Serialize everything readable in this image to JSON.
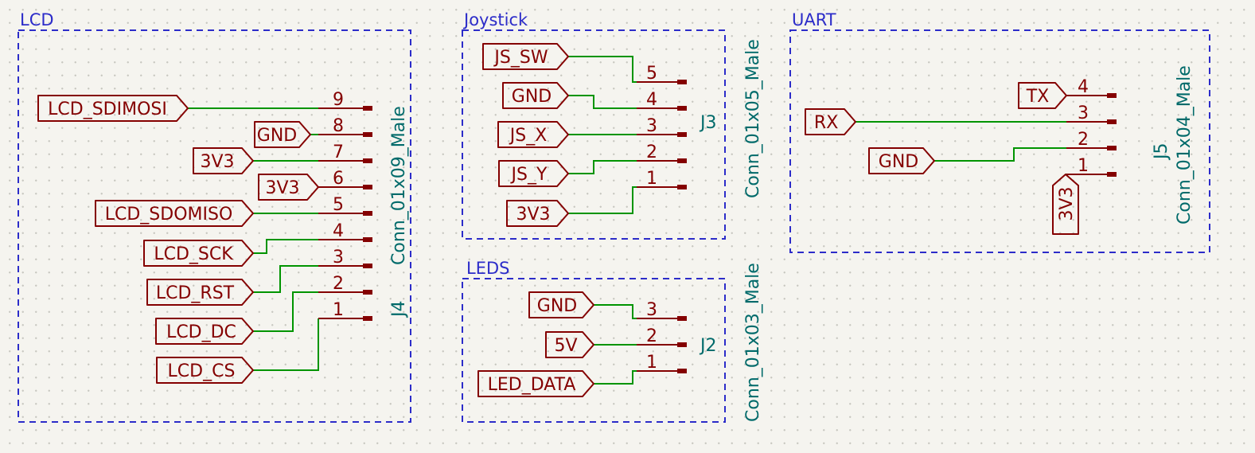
{
  "sheets": {
    "lcd": {
      "title": "LCD",
      "reference": "J4",
      "value": "Conn_01x09_Male",
      "pins": [
        "9",
        "8",
        "7",
        "6",
        "5",
        "4",
        "3",
        "2",
        "1"
      ],
      "labels": [
        "LCD_SDIMOSI",
        "GND",
        "3V3",
        "3V3",
        "LCD_SDOMISO",
        "LCD_SCK",
        "LCD_RST",
        "LCD_DC",
        "LCD_CS"
      ]
    },
    "joystick": {
      "title": "Joystick",
      "reference": "J3",
      "value": "Conn_01x05_Male",
      "pins": [
        "5",
        "4",
        "3",
        "2",
        "1"
      ],
      "labels": [
        "JS_SW",
        "GND",
        "JS_X",
        "JS_Y",
        "3V3"
      ]
    },
    "leds": {
      "title": "LEDS",
      "reference": "J2",
      "value": "Conn_01x03_Male",
      "pins": [
        "3",
        "2",
        "1"
      ],
      "labels": [
        "GND",
        "5V",
        "LED_DATA"
      ]
    },
    "uart": {
      "title": "UART",
      "reference": "J5",
      "value": "Conn_01x04_Male",
      "pins": [
        "4",
        "3",
        "2",
        "1"
      ],
      "labels": [
        "TX",
        "RX",
        "GND",
        "3V3"
      ]
    }
  },
  "colors": {
    "background": "#f5f4ef",
    "frame": "#2c2cc9",
    "wire": "#009400",
    "symbol": "#840000",
    "reference_text": "#006a6a"
  }
}
